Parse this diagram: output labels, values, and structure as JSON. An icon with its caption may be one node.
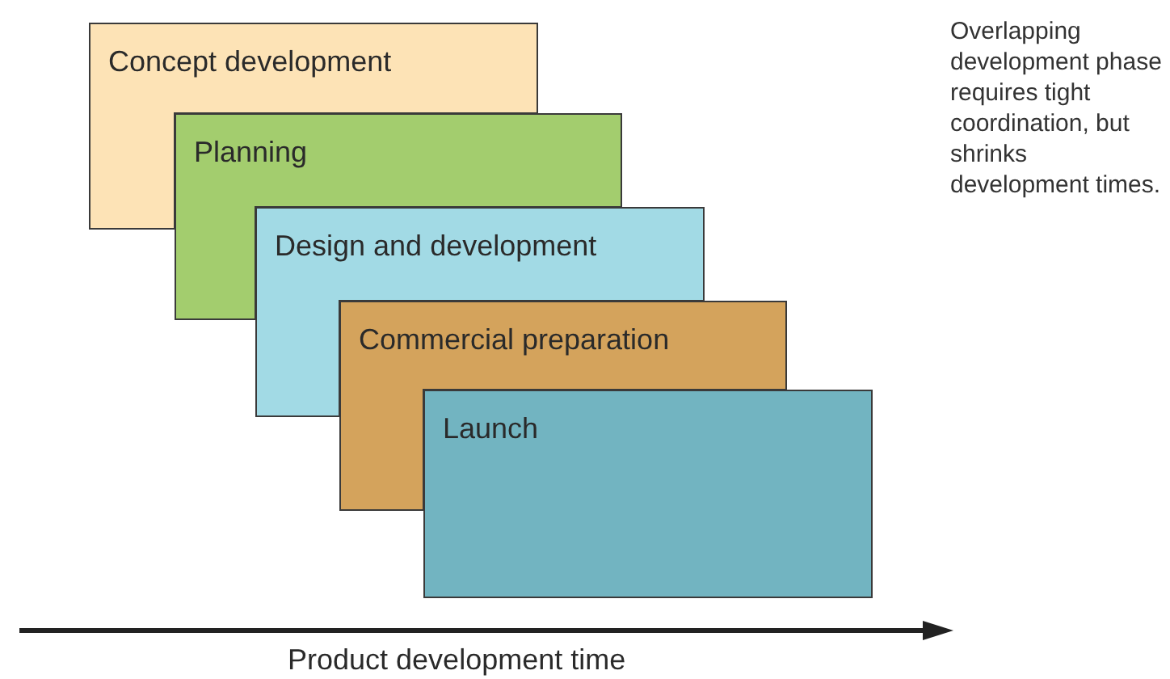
{
  "diagram": {
    "nodes": [
      {
        "text": [
          "Concept development"
        ]
      },
      {
        "text": [
          "Planning"
        ]
      },
      {
        "text": [
          "Design and development"
        ]
      },
      {
        "text": [
          "Commercial preparation"
        ]
      },
      {
        "text": [
          "Launch"
        ]
      }
    ],
    "labels": [
      "Overlapping development phase requires tight coordination, but shrinks development times.",
      "Product development time"
    ]
  }
}
